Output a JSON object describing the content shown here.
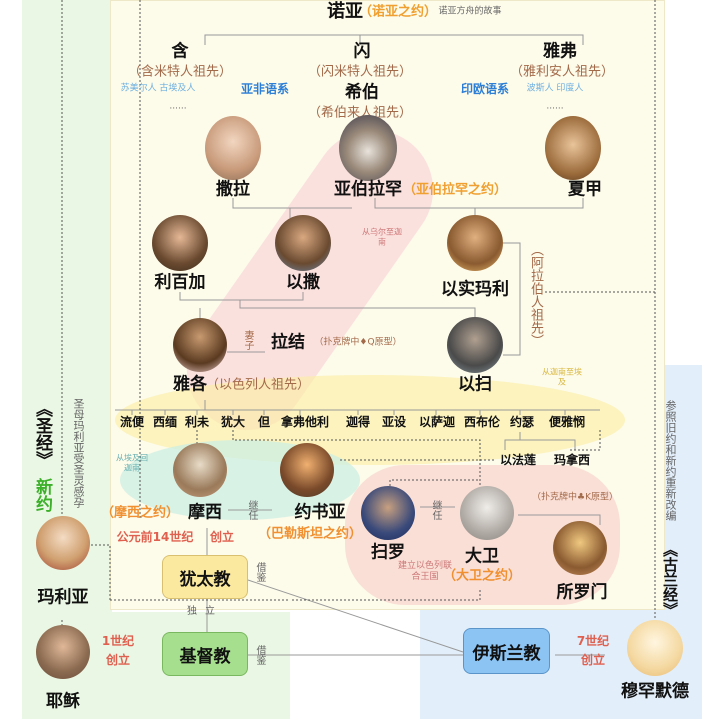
{
  "noah": {
    "name": "诺亚",
    "covenant": "（诺亚之约）",
    "note": "诺亚方舟的故事"
  },
  "ham": {
    "name": "含",
    "ancestor": "（含米特人祖先）",
    "peoples": "苏美尔人  古埃及人",
    "family": "亚非语系",
    "more": "......"
  },
  "shem": {
    "name": "闪",
    "ancestor": "（闪米特人祖先）",
    "child": "希伯",
    "child_ancestor": "（希伯来人祖先）"
  },
  "japheth": {
    "name": "雅弗",
    "ancestor": "（雅利安人祖先）",
    "family": "印欧语系",
    "peoples": "波斯人 印度人",
    "more": "......"
  },
  "sarah": "撒拉",
  "abraham": {
    "name": "亚伯拉罕",
    "covenant": "（亚伯拉罕之约）"
  },
  "hagar": "夏甲",
  "rebekah": "利百加",
  "isaac": "以撒",
  "ishmael": "以实玛利",
  "ishmael_note": "（阿拉伯人祖先）",
  "migration1": "从乌尔至迦南",
  "jacob": {
    "name": "雅各",
    "ancestor": "（以色列人祖先）",
    "wife_label": "妻子",
    "wife": "拉结",
    "wife_note": "（扑克牌中♦Q原型）"
  },
  "esau": "以扫",
  "migration2": "从迦南至埃及",
  "sons": [
    "流便",
    "西缅",
    "利未",
    "犹大",
    "但",
    "拿弗他利",
    "迦得",
    "亚设",
    "以萨迦",
    "西布伦",
    "约瑟",
    "便雅悯"
  ],
  "joseph_sons": [
    "以法莲",
    "玛拿西"
  ],
  "migration3": "从埃及回迦南",
  "moses": {
    "name": "摩西",
    "covenant": "（摩西之约）",
    "date": "公元前14世纪",
    "founded": "创立"
  },
  "succeed": "继任",
  "joshua": {
    "name": "约书亚",
    "covenant": "（巴勒斯坦之约）"
  },
  "saul": {
    "name": "扫罗",
    "note": "建立以色列联合王国"
  },
  "david": {
    "name": "大卫",
    "covenant": "（大卫之约）",
    "note": "（扑克牌中♣K原型）"
  },
  "solomon": "所罗门",
  "religions": {
    "judaism": "犹太教",
    "christianity": "基督教",
    "islam": "伊斯兰教"
  },
  "borrow": "借鉴",
  "independent": "独立",
  "left": {
    "bible": "《圣经》",
    "new_testament": "新约",
    "mary_note": "圣母玛利亚受圣灵感孕",
    "mary": "玛利亚",
    "jesus": "耶稣",
    "century": "1世纪",
    "founded": "创立"
  },
  "right": {
    "quran_note": "参照旧约和新约重新改编",
    "quran": "《古兰经》",
    "century": "7世纪",
    "founded": "创立",
    "muhammad": "穆罕默德"
  }
}
